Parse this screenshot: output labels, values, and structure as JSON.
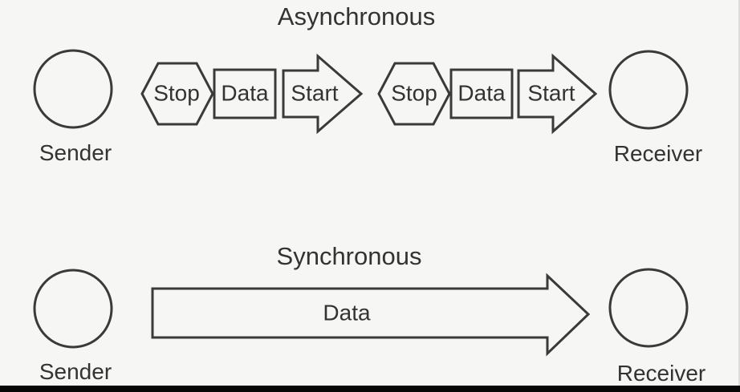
{
  "colors": {
    "background": "#f6f6f5",
    "stroke": "#3a3a3a",
    "text": "#333333",
    "bar": "#060606",
    "edge": "#dcdcdc"
  },
  "asynchronous": {
    "title": "Asynchronous",
    "sender_label": "Sender",
    "receiver_label": "Receiver",
    "frames": [
      {
        "stop_label": "Stop",
        "data_label": "Data",
        "start_label": "Start"
      },
      {
        "stop_label": "Stop",
        "data_label": "Data",
        "start_label": "Start"
      }
    ]
  },
  "synchronous": {
    "title": "Synchronous",
    "data_label": "Data",
    "sender_label": "Sender",
    "receiver_label": "Receiver"
  }
}
